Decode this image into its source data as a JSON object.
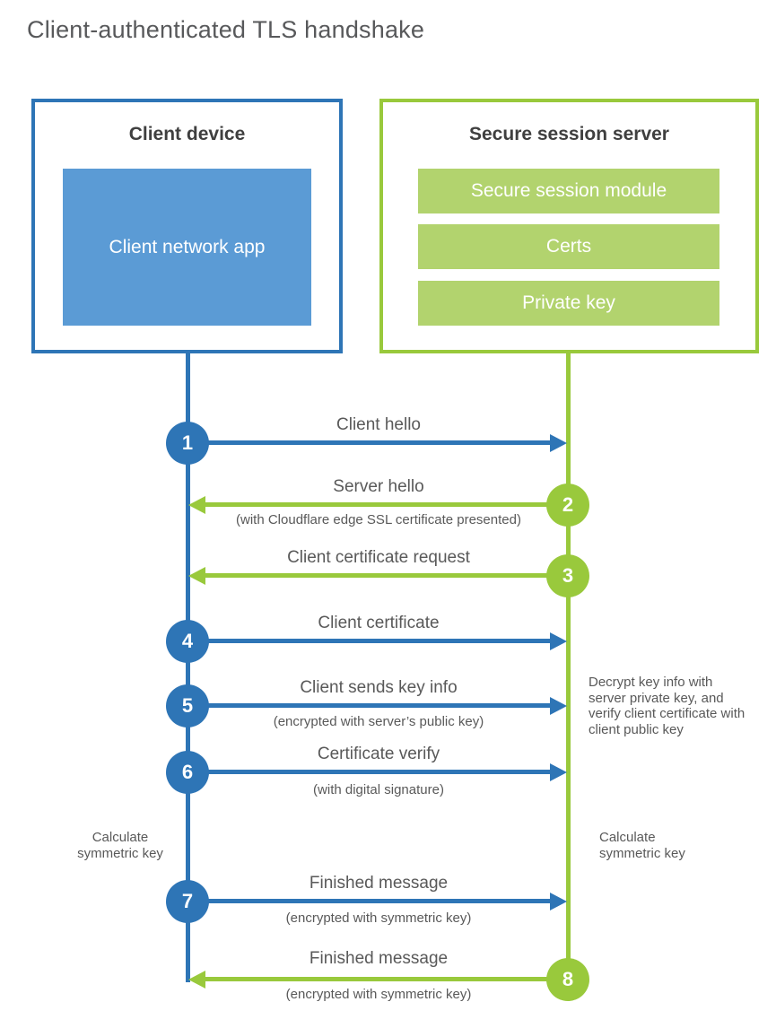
{
  "title": "Client-authenticated TLS handshake",
  "colors": {
    "client_accent": "#2e75b6",
    "client_fill": "#5b9bd5",
    "server_accent": "#99c93c",
    "server_fill": "#b2d36e",
    "label_text": "#595959",
    "heading_text": "#3f3f3f"
  },
  "client": {
    "title": "Client device",
    "app_label": "Client network app"
  },
  "server": {
    "title": "Secure session server",
    "modules": [
      "Secure session module",
      "Certs",
      "Private key"
    ]
  },
  "steps": [
    {
      "num": "1",
      "label": "Client hello",
      "sublabel": "",
      "direction": "client-to-server",
      "color": "blue"
    },
    {
      "num": "2",
      "label": "Server hello",
      "sublabel": "(with Cloudflare edge SSL certificate presented)",
      "direction": "server-to-client",
      "color": "green"
    },
    {
      "num": "3",
      "label": "Client certificate request",
      "sublabel": "",
      "direction": "server-to-client",
      "color": "green"
    },
    {
      "num": "4",
      "label": "Client certificate",
      "sublabel": "",
      "direction": "client-to-server",
      "color": "blue"
    },
    {
      "num": "5",
      "label": "Client sends key info",
      "sublabel": "(encrypted with server’s public key)",
      "direction": "client-to-server",
      "color": "blue"
    },
    {
      "num": "6",
      "label": "Certificate verify",
      "sublabel": "(with digital signature)",
      "direction": "client-to-server",
      "color": "blue"
    },
    {
      "num": "7",
      "label": "Finished message",
      "sublabel": "(encrypted with symmetric key)",
      "direction": "client-to-server",
      "color": "blue"
    },
    {
      "num": "8",
      "label": "Finished message",
      "sublabel": "(encrypted with symmetric key)",
      "direction": "server-to-client",
      "color": "green"
    }
  ],
  "notes": {
    "decrypt": "Decrypt key info with server private key, and verify client certificate with client public key",
    "calc_left": "Calculate symmetric key",
    "calc_right": "Calculate symmetric key"
  }
}
